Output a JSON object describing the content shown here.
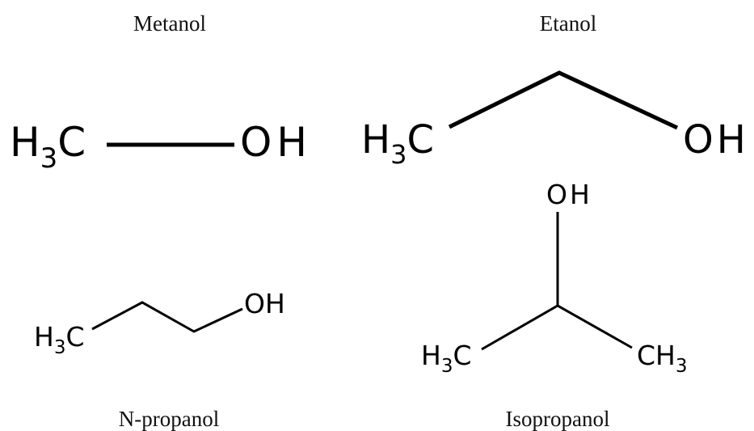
{
  "molecules": [
    {
      "name": "Metanol",
      "left_group": {
        "main": "H",
        "sub": "3",
        "tail": "C"
      },
      "right_group": {
        "main": "OH"
      }
    },
    {
      "name": "Etanol",
      "left_group": {
        "main": "H",
        "sub": "3",
        "tail": "C"
      },
      "right_group": {
        "main": "OH"
      }
    },
    {
      "name": "N-propanol",
      "left_group": {
        "main": "H",
        "sub": "3",
        "tail": "C"
      },
      "right_group": {
        "main": "OH"
      }
    },
    {
      "name": "Isopropanol",
      "top_group": {
        "main": "OH"
      },
      "left_group": {
        "main": "H",
        "sub": "3",
        "tail": "C"
      },
      "right_group": {
        "main": "CH",
        "sub": "3"
      }
    }
  ]
}
